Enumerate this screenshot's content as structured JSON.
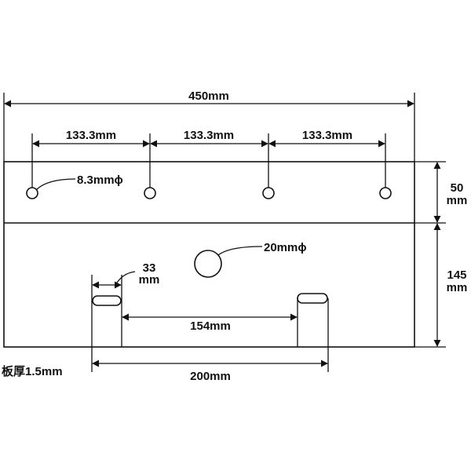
{
  "dimensions": {
    "overall_width": "450mm",
    "hole_spacing_1": "133.3mm",
    "hole_spacing_2": "133.3mm",
    "hole_spacing_3": "133.3mm",
    "small_hole_dia": "8.3mmϕ",
    "large_hole_dia": "20mmϕ",
    "top_height_num": "50",
    "top_height_unit": "mm",
    "bottom_height_num": "145",
    "bottom_height_unit": "mm",
    "slot_width_num": "33",
    "slot_width_unit": "mm",
    "slot_inner_gap": "154mm",
    "slot_outer_span": "200mm"
  },
  "note": {
    "thickness": "板厚1.5mm"
  }
}
